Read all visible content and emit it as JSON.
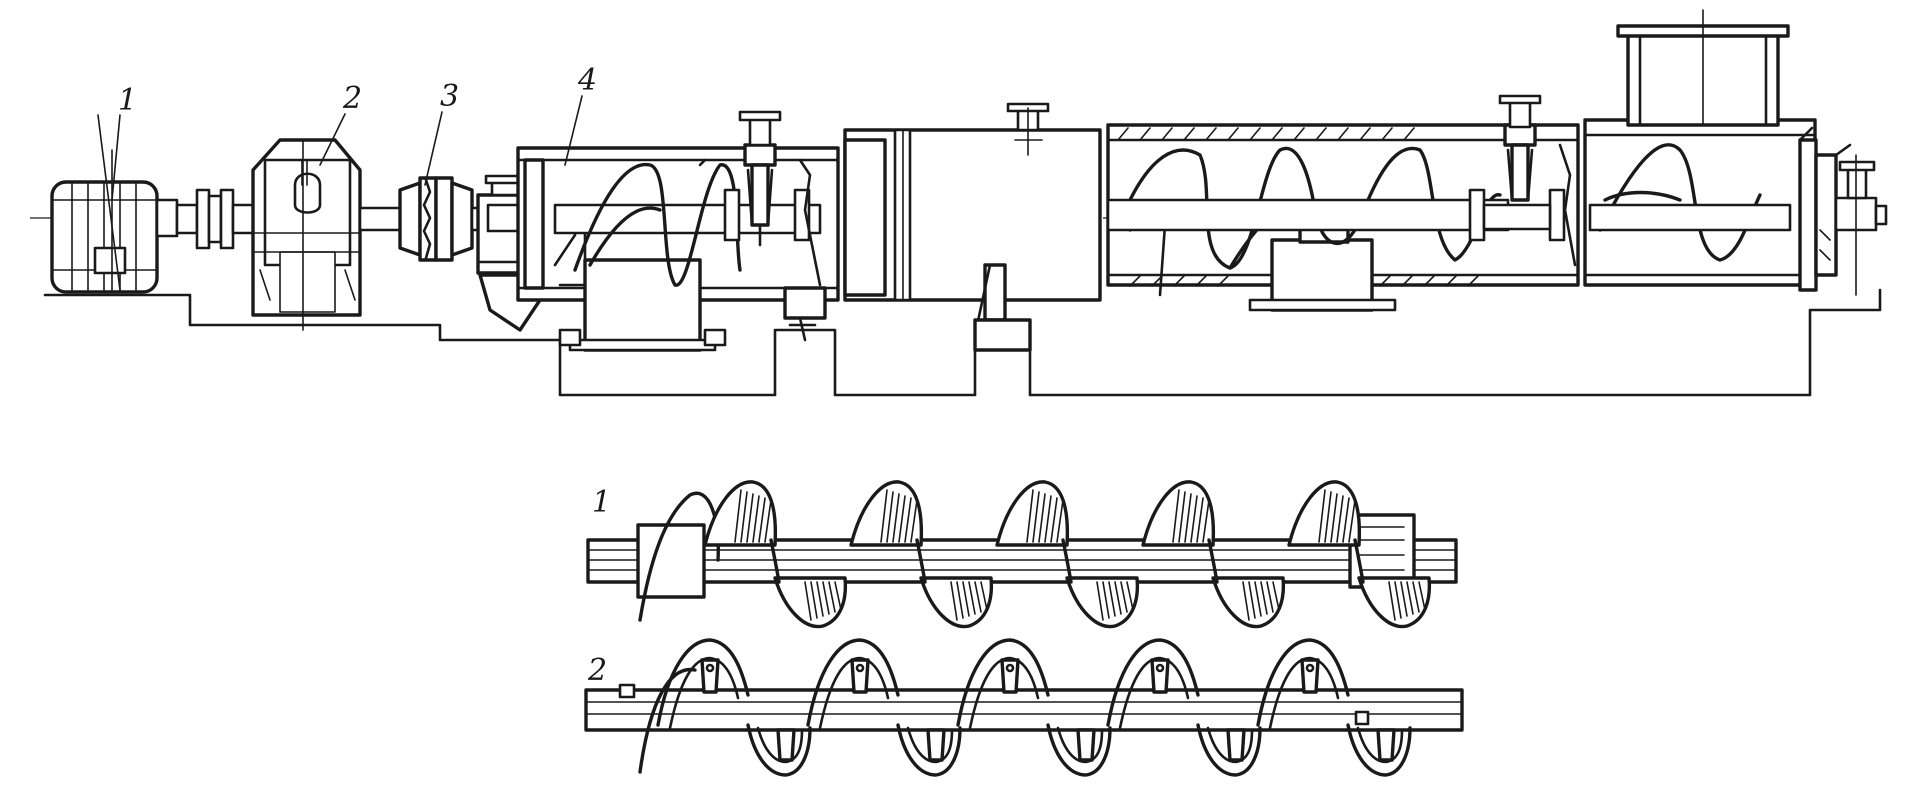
{
  "assembly": {
    "callouts": [
      {
        "id": "motor",
        "label": "1"
      },
      {
        "id": "gearbox",
        "label": "2"
      },
      {
        "id": "coupling",
        "label": "3"
      },
      {
        "id": "trough",
        "label": "4"
      }
    ]
  },
  "screws": {
    "solid_flight": {
      "label": "1",
      "turns": 5
    },
    "ribbon_flight": {
      "label": "2",
      "turns": 5
    }
  },
  "colors": {
    "ink": "#1a1a1a",
    "paper": "#ffffff"
  }
}
